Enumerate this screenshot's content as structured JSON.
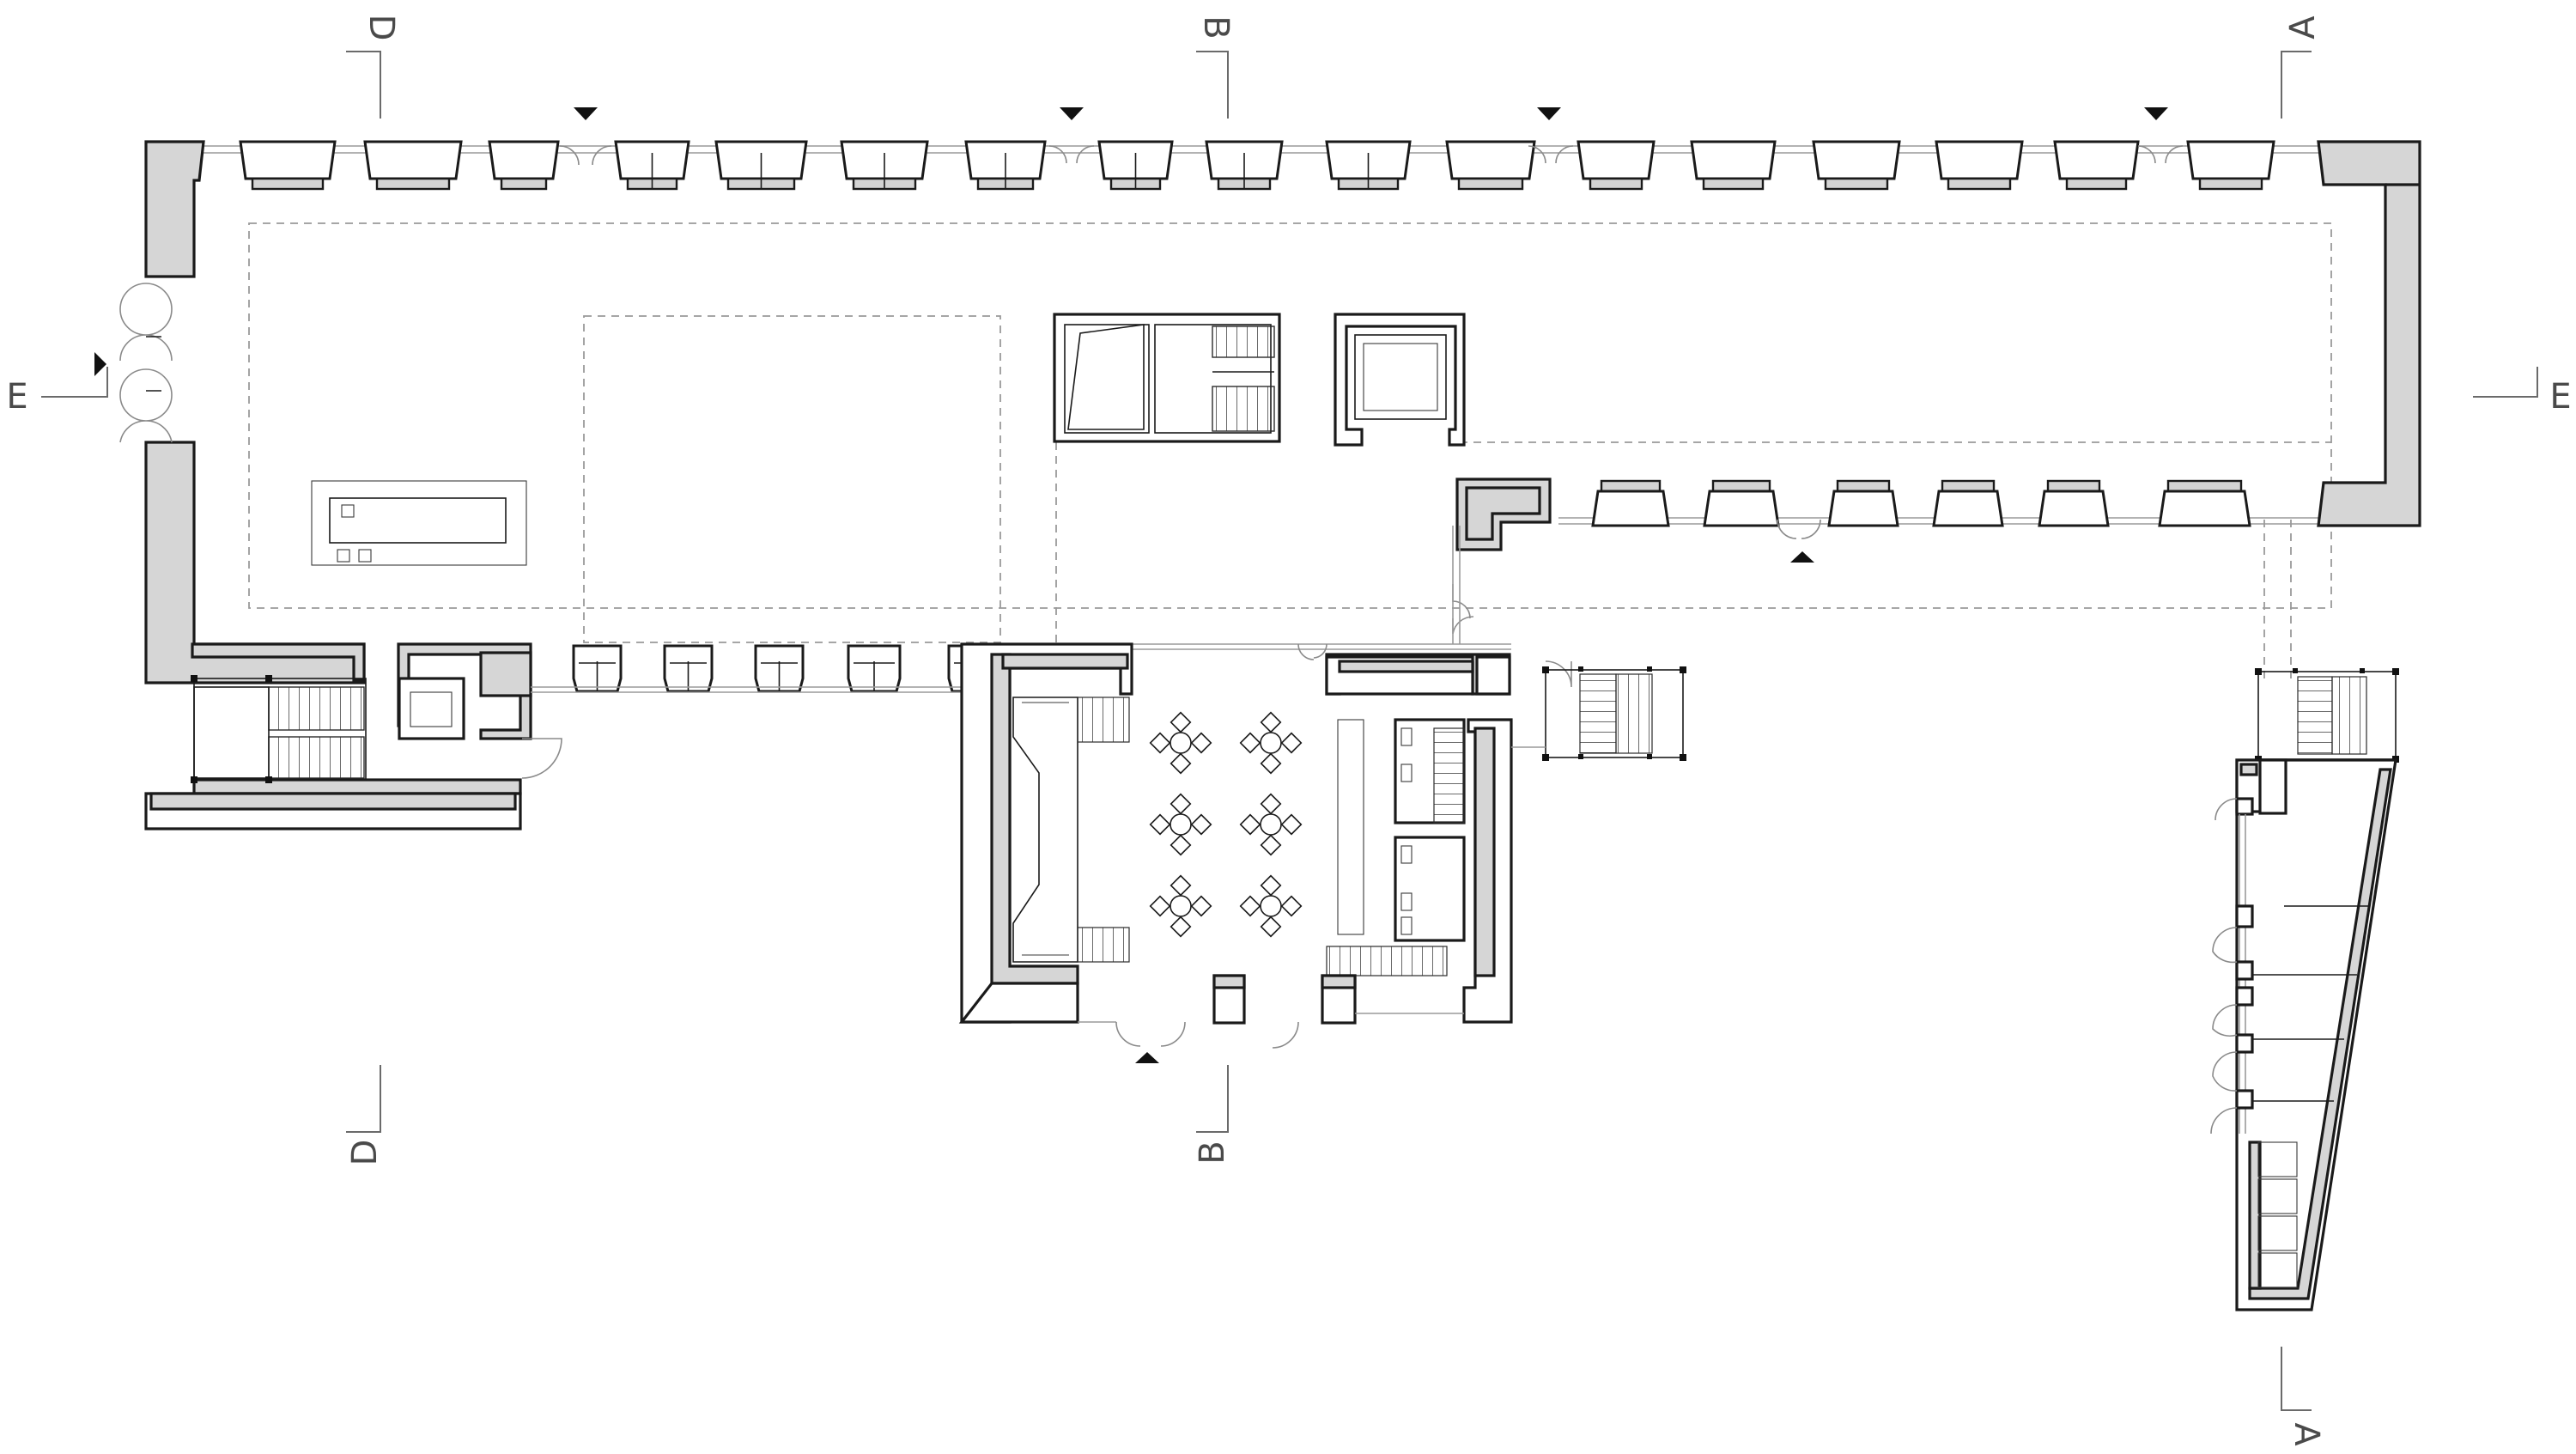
{
  "section_markers": [
    {
      "id": "A",
      "label": "A"
    },
    {
      "id": "B",
      "label": "B"
    },
    {
      "id": "D",
      "label": "D"
    },
    {
      "id": "E",
      "label": "E"
    }
  ],
  "colors": {
    "wall_fill": "#d6d6d6",
    "line": "#1a1a1a",
    "glazing": "#9a9a9a",
    "background": "#ffffff"
  }
}
